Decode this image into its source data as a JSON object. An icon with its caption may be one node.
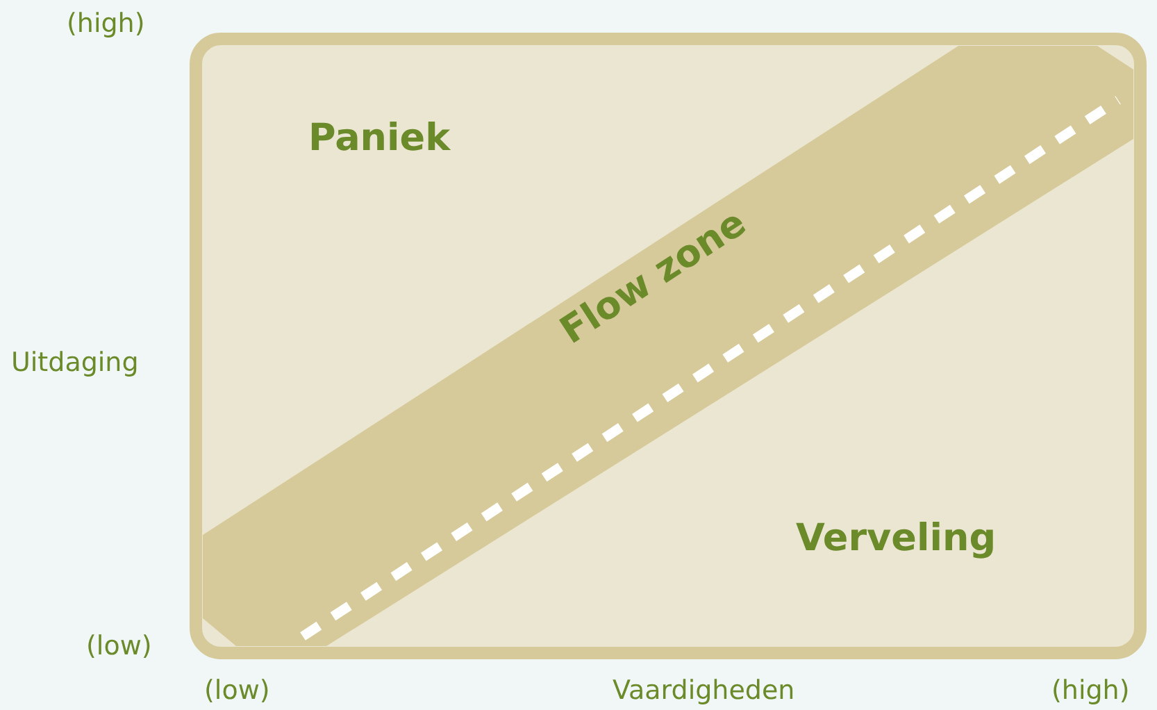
{
  "diagram": {
    "nodes": [
      {
        "text": [
          "Paniek"
        ]
      },
      {
        "text": [
          "Flow zone"
        ]
      },
      {
        "text": [
          "Verveling"
        ]
      }
    ],
    "labels": [
      "(high)",
      "Uitdaging",
      "(low)",
      "(low)",
      "Vaardigheden",
      "(high)"
    ]
  }
}
